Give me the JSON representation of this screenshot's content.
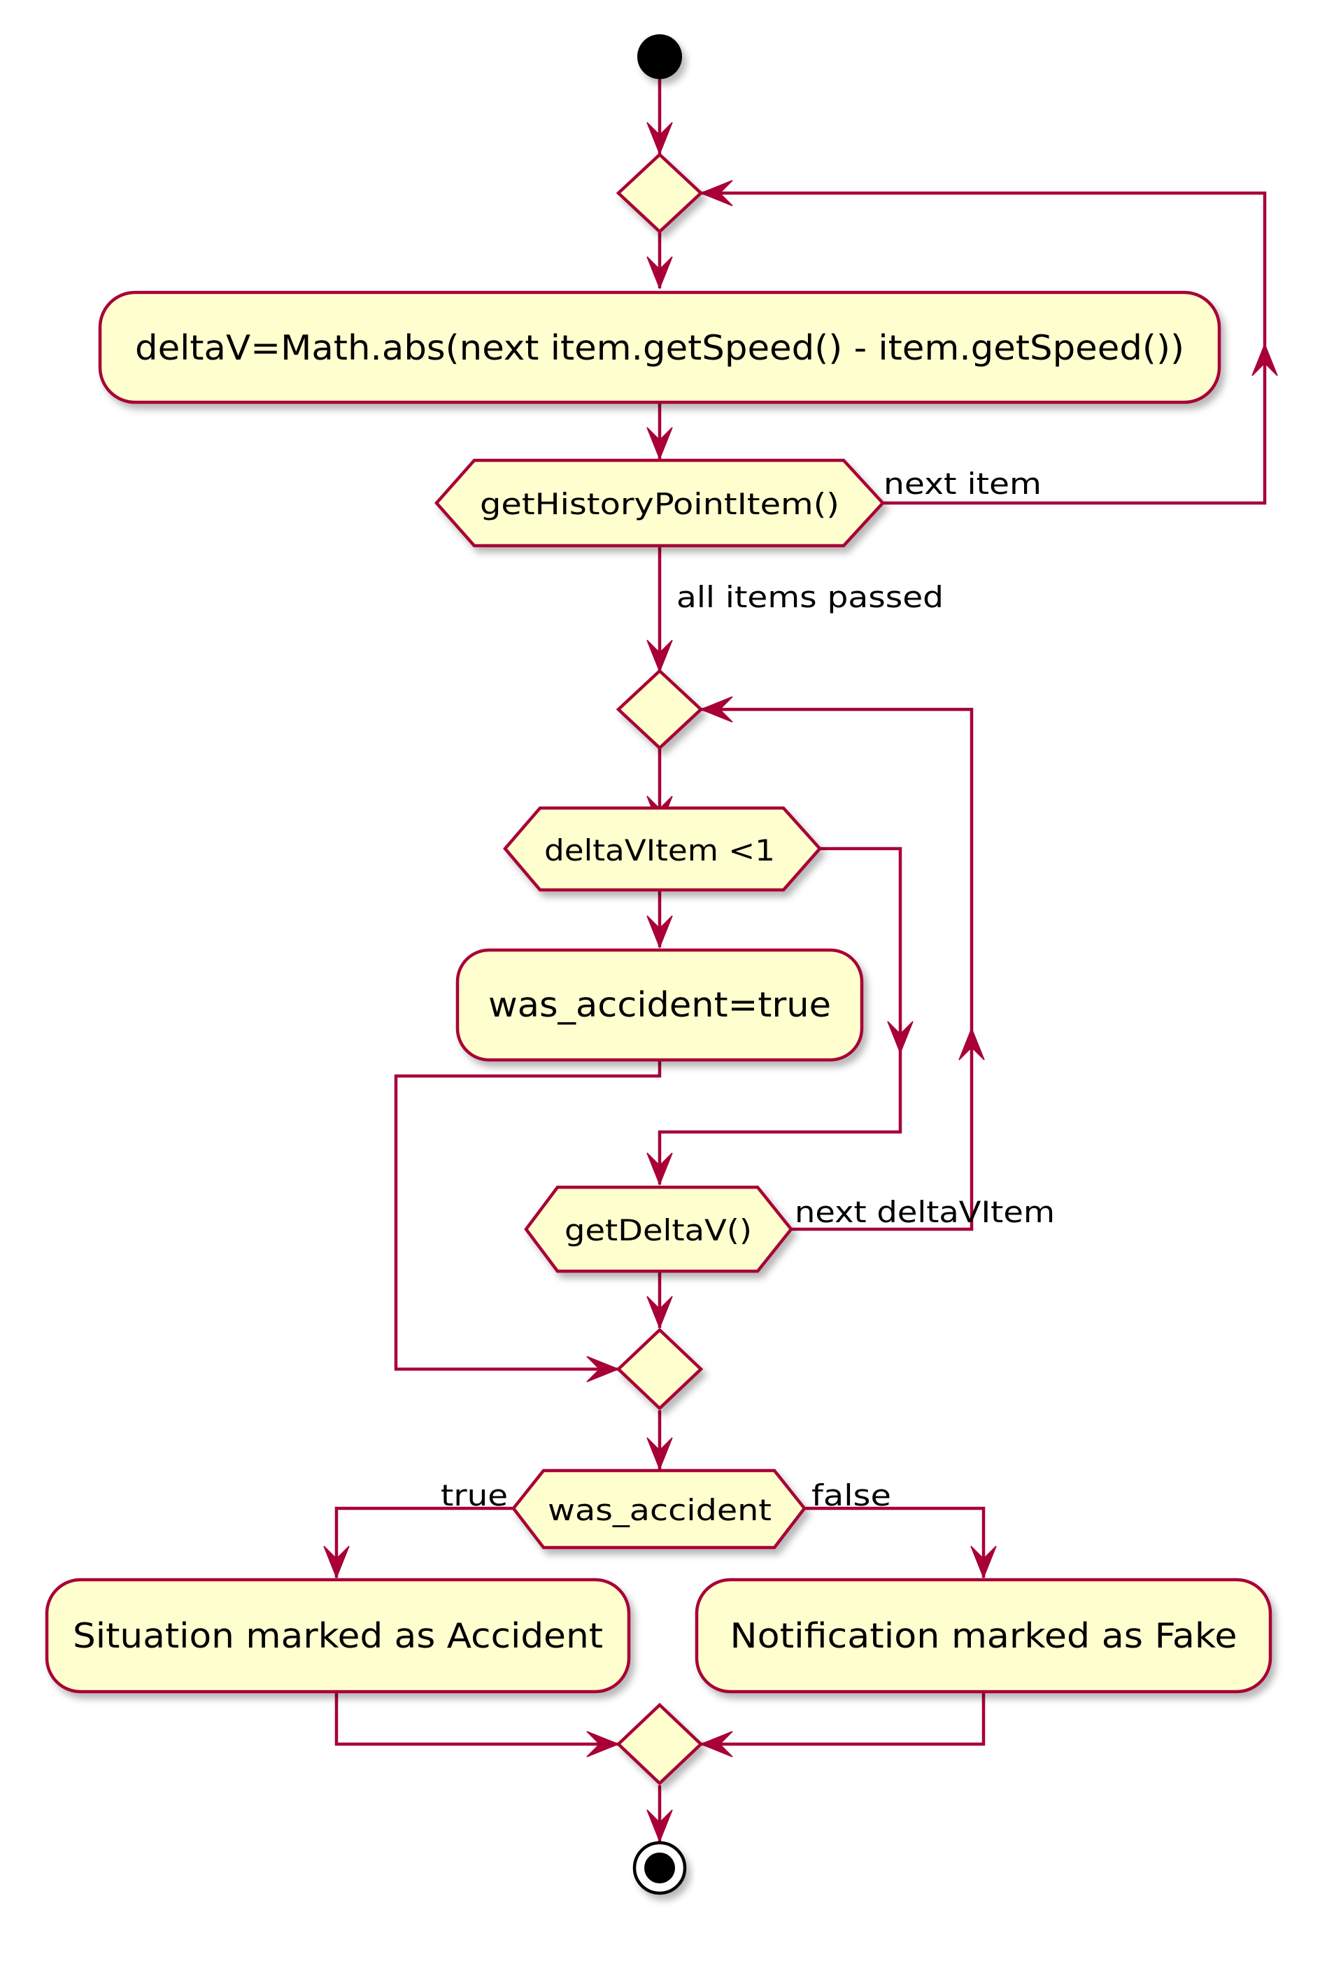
{
  "colors": {
    "line": "#a80036",
    "fill": "#fefece",
    "shadow": "#c8c8c8",
    "text": "#000000"
  },
  "activities": {
    "delta_v": "deltaV=Math.abs(next item.getSpeed() - item.getSpeed())",
    "was_accident_true": "was_accident=true",
    "situation_accident": "Situation marked as Accident",
    "notification_fake": "Notification marked as Fake"
  },
  "conditions": {
    "history_point_item": "getHistoryPointItem()",
    "delta_v_item": "deltaVItem <1",
    "get_delta_v": "getDeltaV()",
    "was_accident": "was_accident"
  },
  "edge_labels": {
    "next_item": "next item",
    "all_items_passed": "all items passed",
    "next_delta_v_item": "next deltaVItem",
    "true": "true",
    "false": "false"
  }
}
